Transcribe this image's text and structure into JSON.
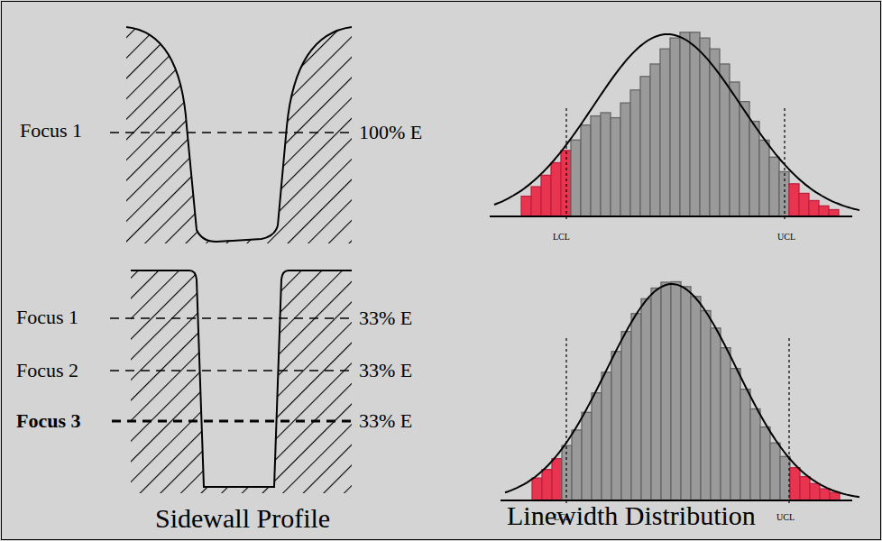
{
  "diagram": {
    "labels": [
      "Focus 1",
      "100% E",
      "LCL",
      "UCL",
      "Focus 1",
      "33% E",
      "Focus 2",
      "33% E",
      "Focus 3",
      "33% E",
      "LCL",
      "UCL",
      "Sidewall Profile",
      "Linewidth Distribution"
    ]
  }
}
